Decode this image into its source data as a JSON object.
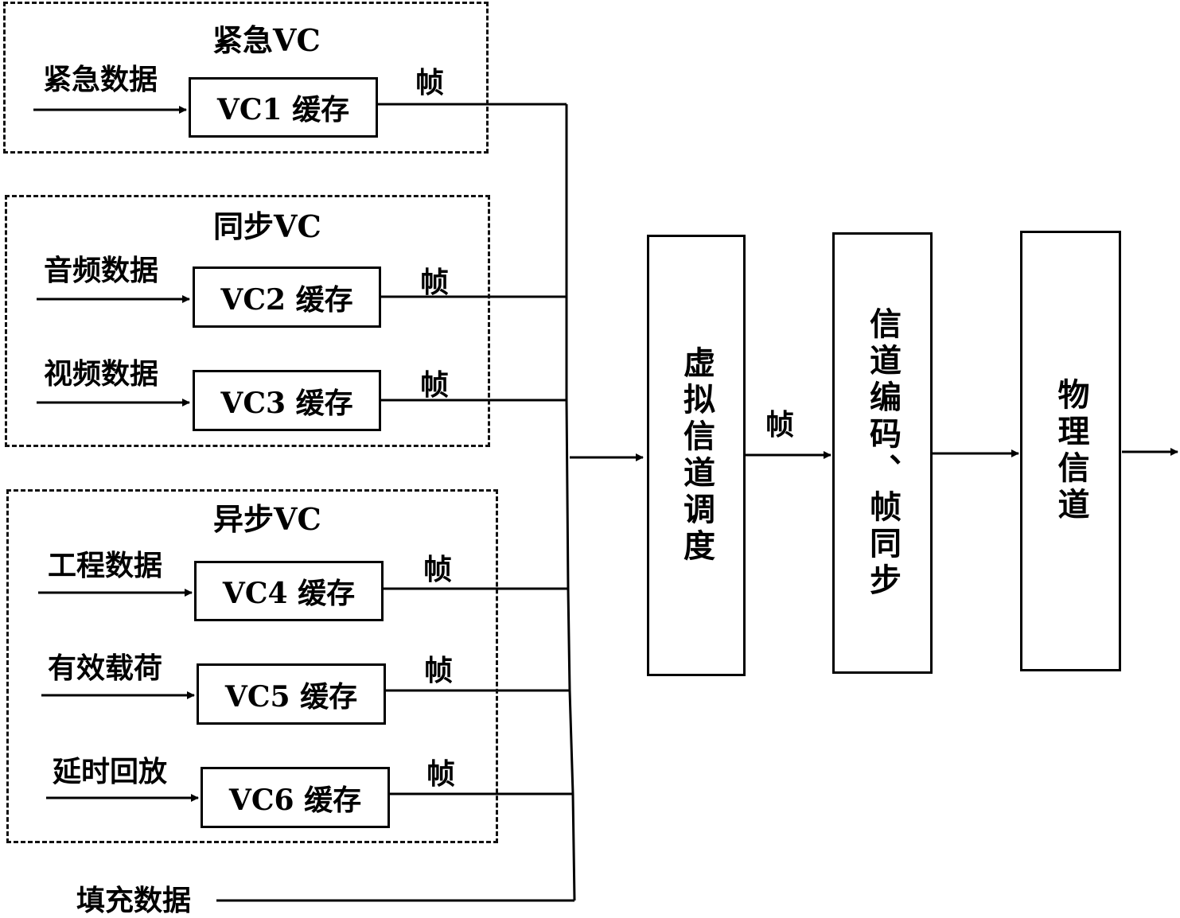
{
  "groups": {
    "urgent": {
      "title": "紧急VC",
      "input": "紧急数据",
      "buffer": "VC1 缓存",
      "out": "帧"
    },
    "sync": {
      "title": "同步VC",
      "rows": [
        {
          "input": "音频数据",
          "buffer": "VC2 缓存",
          "out": "帧"
        },
        {
          "input": "视频数据",
          "buffer": "VC3 缓存",
          "out": "帧"
        }
      ]
    },
    "async": {
      "title": "异步VC",
      "rows": [
        {
          "input": "工程数据",
          "buffer": "VC4 缓存",
          "out": "帧"
        },
        {
          "input": "有效载荷",
          "buffer": "VC5 缓存",
          "out": "帧"
        },
        {
          "input": "延时回放",
          "buffer": "VC6 缓存",
          "out": "帧"
        }
      ]
    }
  },
  "fill_input": "填充数据",
  "blocks": {
    "scheduler": "虚拟信道调度",
    "coding": "信道编码、帧同步",
    "physical": "物理信道"
  },
  "mid_label": "帧"
}
